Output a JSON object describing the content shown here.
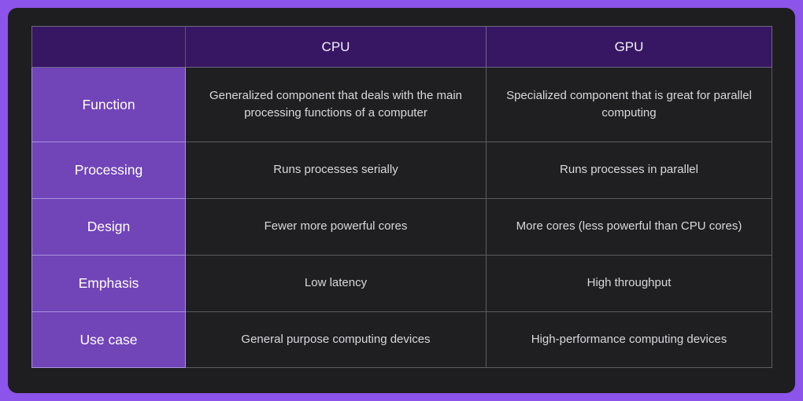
{
  "colors": {
    "frame_accent": "#8c54ea",
    "panel_background": "#1e1e20",
    "header_background": "#371663",
    "label_column_background": "#7144b8",
    "cell_background": "#1f1f22",
    "header_text": "#f4f1fa",
    "label_text": "#ffffff",
    "cell_text": "#d9d7dc",
    "label_border": "#ab92de",
    "cell_border": "#5b5b61"
  },
  "table": {
    "header": {
      "cpu": "CPU",
      "gpu": "GPU"
    },
    "rows": [
      {
        "label": "Function",
        "cpu": "Generalized component that deals with the main processing functions of a computer",
        "gpu": "Specialized component that is great for parallel computing"
      },
      {
        "label": "Processing",
        "cpu": "Runs processes serially",
        "gpu": "Runs processes in parallel"
      },
      {
        "label": "Design",
        "cpu": "Fewer more powerful cores",
        "gpu": "More cores (less powerful than CPU cores)"
      },
      {
        "label": "Emphasis",
        "cpu": "Low latency",
        "gpu": "High throughput"
      },
      {
        "label": "Use case",
        "cpu": "General purpose computing devices",
        "gpu": "High-performance computing devices"
      }
    ]
  },
  "chart_data": {
    "type": "table",
    "title": "",
    "columns": [
      "",
      "CPU",
      "GPU"
    ],
    "rows": [
      [
        "Function",
        "Generalized component that deals with the main processing functions of a computer",
        "Specialized component that is great for parallel computing"
      ],
      [
        "Processing",
        "Runs processes serially",
        "Runs processes in parallel"
      ],
      [
        "Design",
        "Fewer more powerful cores",
        "More cores (less powerful than CPU cores)"
      ],
      [
        "Emphasis",
        "Low latency",
        "High throughput"
      ],
      [
        "Use case",
        "General purpose computing devices",
        "High-performance computing devices"
      ]
    ]
  }
}
